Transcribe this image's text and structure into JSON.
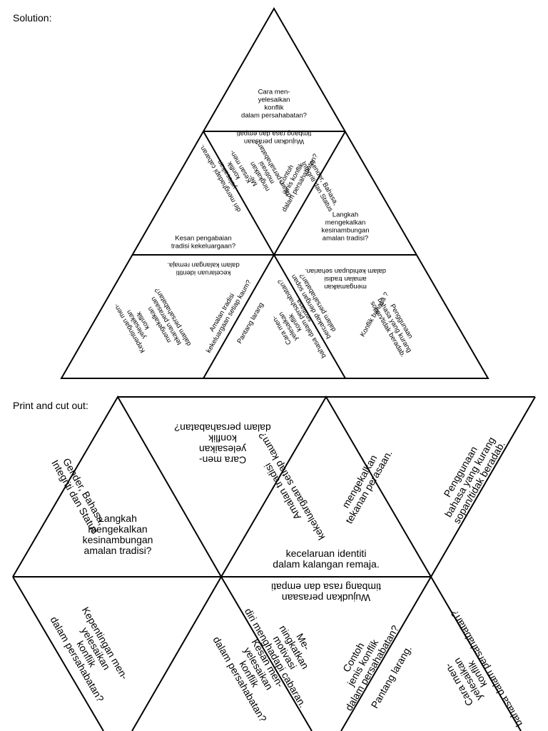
{
  "headings": {
    "solution": "Solution:",
    "print": "Print and cut out:"
  },
  "solution": {
    "apex": [
      "Cara men-",
      "yelesaikan",
      "konflik",
      "dalam persahabatan?"
    ],
    "mid_top": [
      "Wujudkan perasaan",
      "timbang rasa dan empati"
    ],
    "left_up_a": [
      "Me-",
      "ningkatkan",
      "motivasi",
      "dalam persahabatan?"
    ],
    "left_up_b": [
      "diri menghadapi cabaran.",
      "yelesaikan",
      "konflik",
      "Kesan men-"
    ],
    "right_up_a": [
      "Contoh",
      "jenis konflik",
      "dalam persahabatan?"
    ],
    "right_up_b": [
      "Gender, Bahasa,",
      "Integriti dan Status"
    ],
    "left_base": [
      "Kesan pengabaian",
      "tradisi kekeluargaan?"
    ],
    "right_base": [
      "Langkah",
      "mengekalkan",
      "kesinambungan",
      "amalan tradisi?"
    ],
    "bl_top": [
      "kecelaruan identiti",
      "dalam kalangan remaja."
    ],
    "bl_left_a": [
      "mengekalkan",
      "tekanan perasaan",
      "dalam persahabatan?"
    ],
    "bl_left_b": [
      "Kepentingan men-",
      "yelesaikan",
      "konflik"
    ],
    "bl_right_a": [
      "Amalan tradisi",
      "kekeluargaan setiap kaum?"
    ],
    "bl_right_b": [
      "Pantang larang"
    ],
    "br_top": [
      "mengamalkan",
      "amalan tradisi",
      "dalam kehidupan seharian."
    ],
    "br_left_a": [
      "sentiasa",
      "bercakap dengan sopan",
      "dalam persahabatan?"
    ],
    "br_left_b": [
      "Cara men-",
      "yelesaikan",
      "konflik",
      "bahasa dalam persahabatan?"
    ],
    "br_right_a": [
      "Konflik bahasa ?"
    ],
    "br_right_b": [
      "Penggunaan",
      "bahasa yang kurang",
      "sopan/tidak beradab."
    ]
  },
  "cutout": {
    "t1_top": [
      "Cara men-",
      "yelesaikan",
      "konflik",
      "dalam persahabatan?"
    ],
    "t2_left": [
      "Gender, Bahasa,",
      "Integriti dan Status"
    ],
    "t2_bottom": [
      "Langkah",
      "mengekalkan",
      "kesinambungan",
      "amalan tradisi?"
    ],
    "t3_left": [
      "Amalan tradisi",
      "kekeluargaan setiap kaum?"
    ],
    "t3_right": [
      "mengekalkan",
      "tekanan perasaan."
    ],
    "t3_bottom": [
      "kecelaruan identiti",
      "dalam kalangan remaja."
    ],
    "t4_right": [
      "Penggunaan",
      "bahasa yang kurang",
      "sopan/tidak beradab."
    ],
    "b1_right": [
      "Kepentingan men-",
      "yelesaikan",
      "konflik",
      "dalam persahabatan?"
    ],
    "b2_top": [
      "Wujudkan perasaan",
      "timbang rasa dan empati"
    ],
    "b2_left": [
      "Me-",
      "ningkatkan",
      "motivasi",
      "diri menghadapi cabaran."
    ],
    "b2_left2": [
      "Kesan men-",
      "yelesaikan",
      "konflik",
      "dalam persahabatan?"
    ],
    "b2_right": [
      "Contoh",
      "jenis konflik",
      "dalam persahabatan?"
    ],
    "b3_left": [
      "Pantang larang."
    ],
    "b3_right": [
      "Cara men-",
      "yelesaikan",
      "konflik",
      "bahasa dalam persahabatan?"
    ]
  }
}
